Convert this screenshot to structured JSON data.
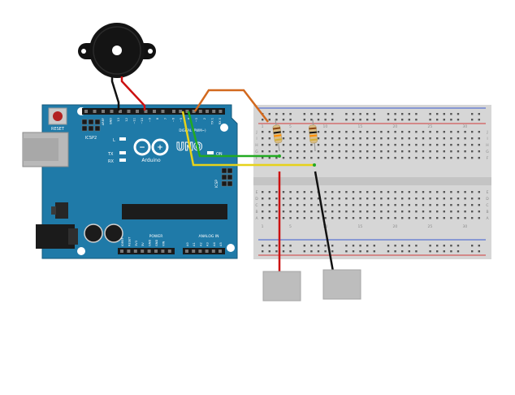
{
  "arduino": {
    "reset_label": "RESET",
    "icsp2_label": "ICSP2",
    "icsp_label": "ICSP",
    "l_label": "L",
    "tx_label": "TX",
    "rx_label": "RX",
    "uno_label": "UNO",
    "brand_label": "Arduino",
    "digital_label": "DIGITAL (PWM~)",
    "on_label": "ON",
    "power_label": "POWER",
    "analog_label": "ANALOG IN",
    "top_pin_labels": [
      "AREF",
      "GND",
      "13",
      "12",
      "~11",
      "~10",
      "~9",
      "8",
      "7",
      "~6",
      "~5",
      "4",
      "~3",
      "2",
      "TX 1",
      "RX 0"
    ],
    "power_pin_labels": [
      "IOREF",
      "RESET",
      "3V3",
      "5V",
      "GND",
      "GND",
      "VIN"
    ],
    "analog_pin_labels": [
      "A0",
      "A1",
      "A2",
      "A3",
      "A4",
      "A5"
    ]
  },
  "breadboard": {
    "column_marks": [
      "1",
      "5",
      "10",
      "15",
      "20",
      "25",
      "30"
    ],
    "row_letters_top": [
      "J",
      "I",
      "H",
      "G",
      "F"
    ],
    "row_letters_bottom": [
      "E",
      "D",
      "C",
      "B",
      "A"
    ]
  },
  "colors": {
    "board": "#1f7aa8",
    "board_dark": "#15597b",
    "breadboard": "#dcdcdc",
    "wire_orange": "#d2691e",
    "wire_green": "#22aa22",
    "wire_yellow": "#e6d21a",
    "wire_red": "#cc1111",
    "wire_black": "#111111",
    "pad": "#bdbdbd"
  }
}
